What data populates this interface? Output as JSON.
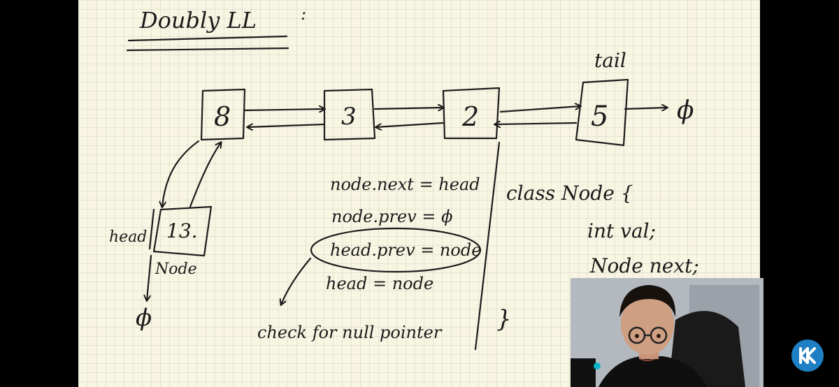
{
  "notes": {
    "title": "Doubly LL",
    "title_colon": ":",
    "tail_label": "tail",
    "nodes": [
      "8",
      "3",
      "2",
      "5"
    ],
    "new_node_value": "13.",
    "null_right": "ϕ",
    "null_bottom": "ϕ",
    "head_label": "head",
    "node_label": "Node",
    "code_lines": [
      "node.next = head",
      "node.prev = ϕ",
      "head.prev = node",
      "head = node"
    ],
    "check_note": "check for null pointer",
    "class_lines": [
      "class   Node {",
      "int  val;",
      "Node  next;"
    ],
    "class_close": "}"
  },
  "webcam": {
    "description_icon": "presenter-webcam"
  },
  "logo": {
    "text": "K",
    "color": "#1f7fc4"
  }
}
